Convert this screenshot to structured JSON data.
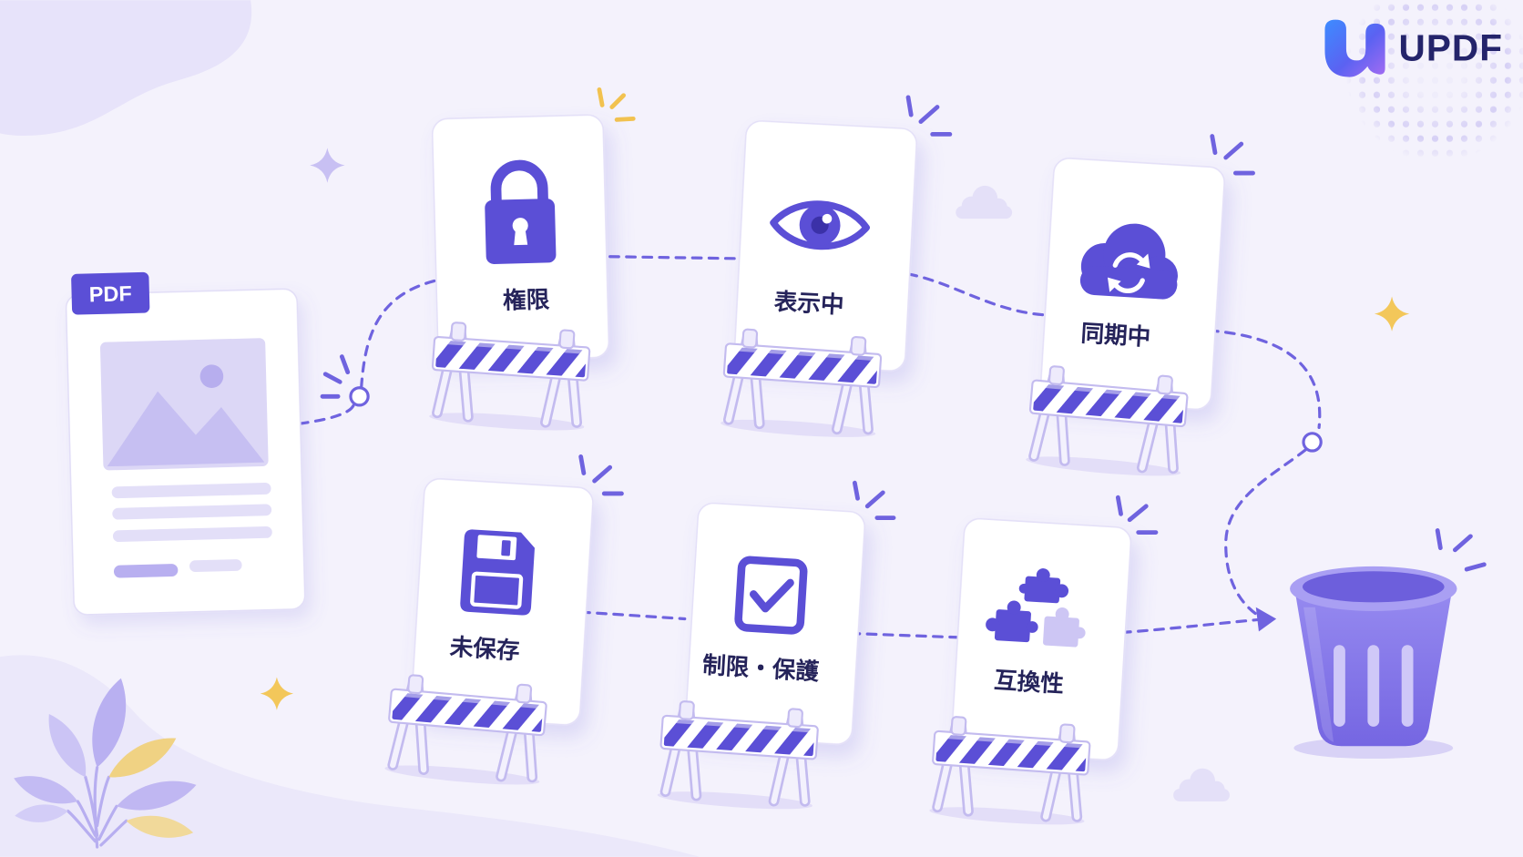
{
  "brand": {
    "name": "UPDF",
    "logo_icon": "updf-logo-icon"
  },
  "document": {
    "badge": "PDF",
    "icon": "pdf-document-icon"
  },
  "obstacles": [
    {
      "label": "権限",
      "icon": "lock-icon"
    },
    {
      "label": "表示中",
      "icon": "eye-icon"
    },
    {
      "label": "同期中",
      "icon": "cloud-sync-icon"
    },
    {
      "label": "未保存",
      "icon": "floppy-disk-icon"
    },
    {
      "label": "制限・保護",
      "icon": "checkbox-icon"
    },
    {
      "label": "互換性",
      "icon": "puzzle-icon"
    }
  ],
  "destination": {
    "icon": "trash-can-icon"
  },
  "colors": {
    "background": "#f4f2fc",
    "accent": "#5b4fd6",
    "accent_light": "#cfc8f5",
    "highlight": "#f2c24f",
    "label_text": "#25235a",
    "brand_text": "#24246b"
  }
}
